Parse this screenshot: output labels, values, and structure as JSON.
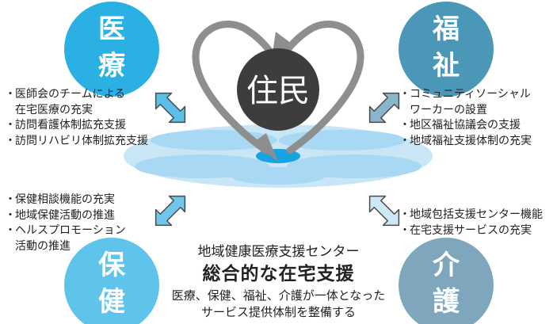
{
  "resident": {
    "label": "住民",
    "color": "#3d3d3d"
  },
  "sectors": {
    "medical": {
      "chars": [
        "医",
        "療"
      ],
      "color": "#2ab0e3",
      "items": [
        {
          "text": "医師会のチームによる",
          "cont": false
        },
        {
          "text": "在宅医療の充実",
          "cont": true
        },
        {
          "text": "訪問看護体制拡充支援",
          "cont": false
        },
        {
          "text": "訪問リハビリ体制拡充支援",
          "cont": false
        }
      ]
    },
    "welfare": {
      "chars": [
        "福",
        "祉"
      ],
      "color": "#4b97b8",
      "items": [
        {
          "text": "コミュニティソーシャル",
          "cont": false
        },
        {
          "text": "ワーカーの設置",
          "cont": true
        },
        {
          "text": "地区福祉協議会の支援",
          "cont": false
        },
        {
          "text": "地域福祉支援体制の充実",
          "cont": false
        }
      ]
    },
    "health": {
      "chars": [
        "保",
        "健"
      ],
      "color": "#5ec4ec",
      "items": [
        {
          "text": "保健相談機能の充実",
          "cont": false
        },
        {
          "text": "地域保健活動の推進",
          "cont": false
        },
        {
          "text": "ヘルスプロモーション",
          "cont": false
        },
        {
          "text": "活動の推進",
          "cont": true
        }
      ]
    },
    "care": {
      "chars": [
        "介",
        "護"
      ],
      "color": "#7ea7be",
      "items": [
        {
          "text": "地域包括支援センター機能",
          "cont": false
        },
        {
          "text": "在宅支援サービスの充実",
          "cont": false
        }
      ]
    }
  },
  "center": {
    "line1": "地域健康医療支援センター",
    "line2": "総合的な在宅支援",
    "line3": "医療、保健、福祉、介護が一体となった",
    "line4": "サービス提供体制を整備する"
  },
  "colors": {
    "heart": "#8e8e8e",
    "platform": "#c9e6f7",
    "platform_edge": "#9fd1ef",
    "platform_center": "#16a3e0",
    "arrow_medical": "#5bbfe8",
    "arrow_welfare": "#8ab6cc",
    "arrow_health": "#6fc6eb",
    "arrow_care": "#cde9f6"
  }
}
